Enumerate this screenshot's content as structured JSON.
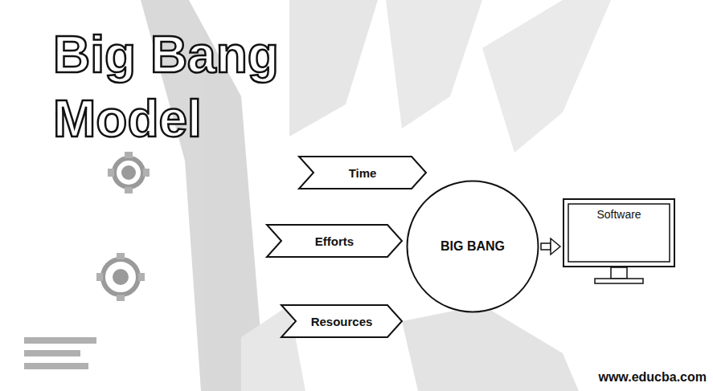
{
  "diagram": {
    "title": "Big Bang Model",
    "nodes": [
      {
        "text": [
          "Time"
        ]
      },
      {
        "text": [
          "Efforts"
        ]
      },
      {
        "text": [
          "Resources"
        ]
      },
      {
        "text": [
          "BIG BANG"
        ]
      },
      {
        "text": [
          "Software"
        ]
      }
    ],
    "edges": [
      {
        "from": 3,
        "to": 4,
        "arrow": "to"
      }
    ],
    "labels": [
      "www.educba.com"
    ]
  }
}
